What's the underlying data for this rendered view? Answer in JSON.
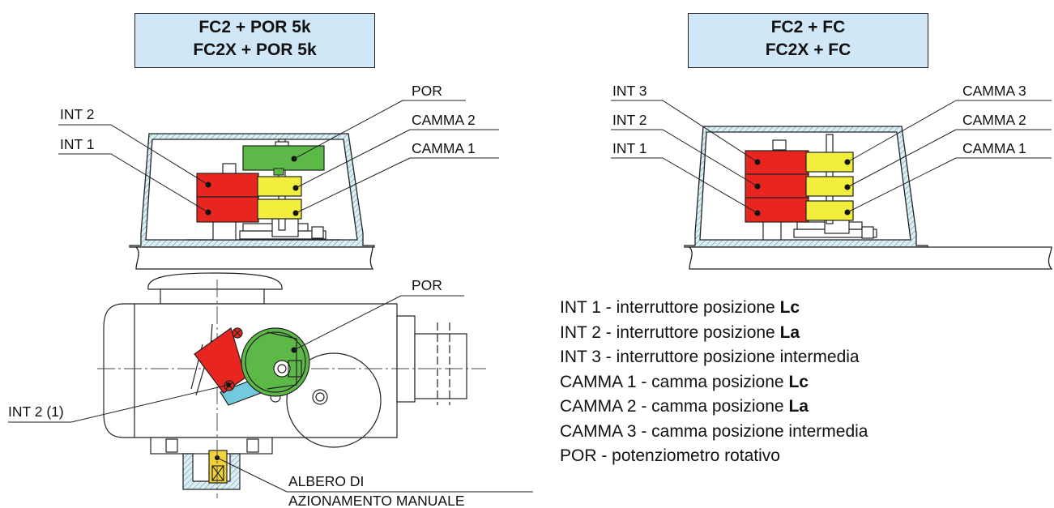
{
  "left_panel": {
    "title_line1": "FC2 + POR 5k",
    "title_line2": "FC2X + POR 5k",
    "labels": {
      "por_top": "POR",
      "int2": "INT 2",
      "camma2": "CAMMA 2",
      "int1": "INT 1",
      "camma1": "CAMMA 1",
      "por_bottom": "POR",
      "int2_note": "INT 2 (1)",
      "albero_line1": "ALBERO DI",
      "albero_line2": "AZIONAMENTO MANUALE"
    }
  },
  "right_panel": {
    "title_line1": "FC2 + FC",
    "title_line2": "FC2X + FC",
    "labels": {
      "int3": "INT 3",
      "int2": "INT 2",
      "int1": "INT 1",
      "camma3": "CAMMA 3",
      "camma2": "CAMMA 2",
      "camma1": "CAMMA 1"
    }
  },
  "legend": [
    {
      "prefix": "INT 1 - interruttore posizione ",
      "bold": "Lc"
    },
    {
      "prefix": "INT 2 - interruttore posizione ",
      "bold": "La"
    },
    {
      "prefix": "INT 3 - interruttore posizione intermedia",
      "bold": ""
    },
    {
      "prefix": "CAMMA 1 - camma posizione ",
      "bold": "Lc"
    },
    {
      "prefix": "CAMMA 2 - camma posizione ",
      "bold": "La"
    },
    {
      "prefix": "CAMMA 3 - camma posizione intermedia",
      "bold": ""
    },
    {
      "prefix": "POR - potenziometro rotativo",
      "bold": ""
    }
  ],
  "colors": {
    "title_fill": "#cfe7f7",
    "switch_red": "#e8261f",
    "cam_yellow": "#f2ee3c",
    "pot_green": "#5cb847",
    "lever_cyan": "#73c9de",
    "shaft_yellow": "#f2d23a"
  }
}
